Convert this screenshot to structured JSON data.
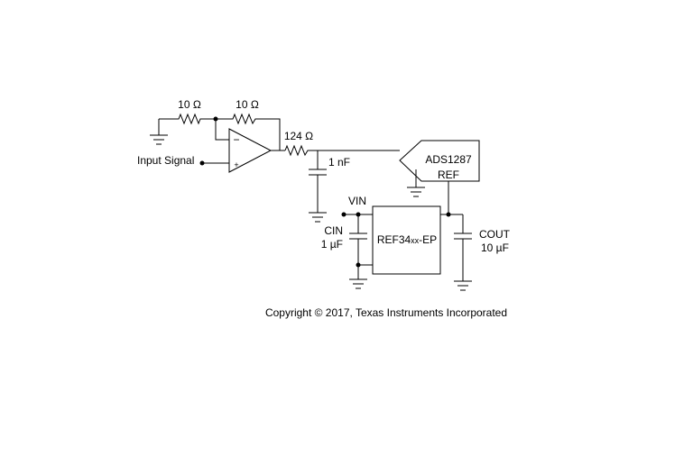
{
  "labels": {
    "r1": "10 Ω",
    "r2": "10 Ω",
    "r3": "124 Ω",
    "c1": "1 nF",
    "input_signal": "Input Signal",
    "opamp_minus": "−",
    "opamp_plus": "+",
    "adc_name": "ADS1287",
    "adc_ref": "REF",
    "vin": "VIN",
    "cin_name": "CIN",
    "cin_value": "1 µF",
    "ref_prefix": "REF34",
    "ref_xx": "xx",
    "ref_suffix": "-EP",
    "cout_name": "COUT",
    "cout_value": "10 µF",
    "copyright": "Copyright © 2017, Texas Instruments Incorporated"
  }
}
